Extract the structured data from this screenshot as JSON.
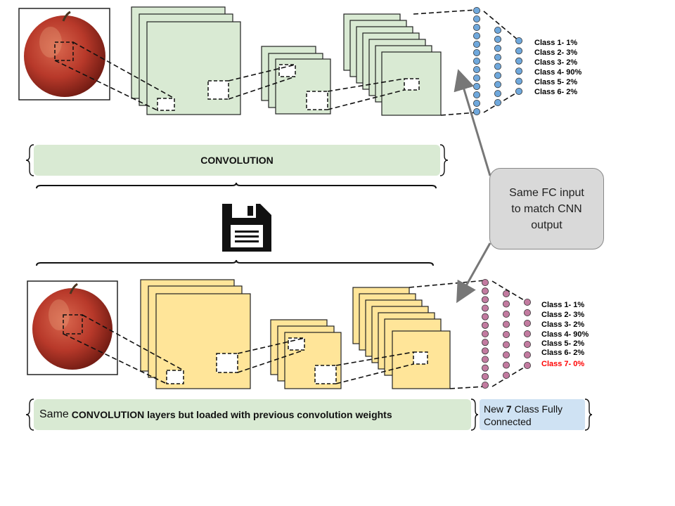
{
  "convolution_label": "CONVOLUTION",
  "bottom_banner": {
    "prefix": "Same",
    "bold": "CONVOLUTION layers but loaded with previous convolution weights"
  },
  "fc_box": {
    "prefix": "New",
    "bold": "7",
    "suffix": "Class Fully",
    "line2": "Connected"
  },
  "callout": {
    "line1": "Same FC input",
    "line2": "to match CNN",
    "line3": "output"
  },
  "top_classes": [
    "Class 1- 1%",
    "Class 2- 3%",
    "Class 3- 2%",
    "Class 4- 90%",
    "Class 5- 2%",
    "Class 6- 2%"
  ],
  "bottom_classes": [
    "Class 1- 1%",
    "Class 2- 3%",
    "Class 3- 2%",
    "Class 4- 90%",
    "Class 5- 2%",
    "Class 6- 2%",
    "Class 7- 0%"
  ],
  "colors": {
    "top_layers": "#d9ead3",
    "bottom_layers": "#ffe599",
    "top_nodes": "#6fa8dc",
    "bottom_nodes": "#c27ba0",
    "new_class": "#ff0000",
    "fc_box": "#cfe2f3",
    "callout": "#d9d9d9"
  },
  "icons": [
    "apple-image",
    "floppy-disk-icon",
    "curly-brace",
    "arrow"
  ]
}
